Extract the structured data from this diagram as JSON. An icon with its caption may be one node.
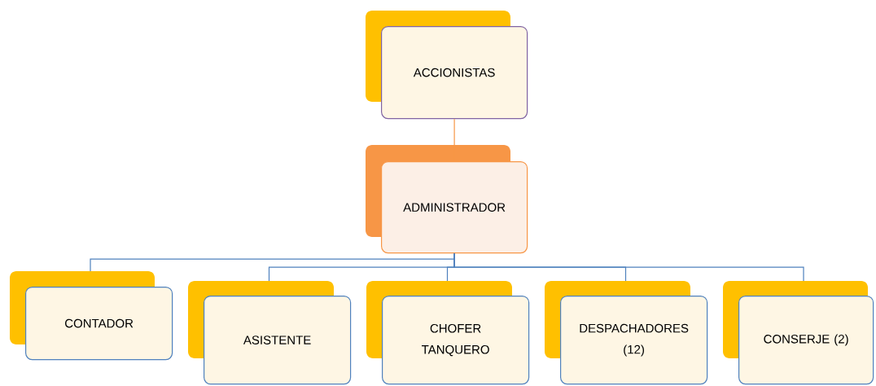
{
  "diagram": {
    "nodes": [
      {
        "text": [
          "ACCIONISTAS"
        ]
      },
      {
        "text": [
          "ADMINISTRADOR"
        ]
      },
      {
        "text": [
          "CONTADOR"
        ]
      },
      {
        "text": [
          "ASISTENTE"
        ]
      },
      {
        "text": [
          "CHOFER TANQUERO"
        ]
      },
      {
        "text": [
          "DESPACHADORES (12)"
        ]
      },
      {
        "text": [
          "CONSERJE (2)"
        ]
      }
    ],
    "edges": [
      {
        "from": 0,
        "to": 1,
        "arrow": "none",
        "color": "#f79646"
      },
      {
        "from": 1,
        "to": 2,
        "arrow": "none"
      },
      {
        "from": 1,
        "to": 3,
        "arrow": "none"
      },
      {
        "from": 1,
        "to": 4,
        "arrow": "none"
      },
      {
        "from": 1,
        "to": 5,
        "arrow": "none"
      },
      {
        "from": 1,
        "to": 6,
        "arrow": "none"
      }
    ]
  }
}
